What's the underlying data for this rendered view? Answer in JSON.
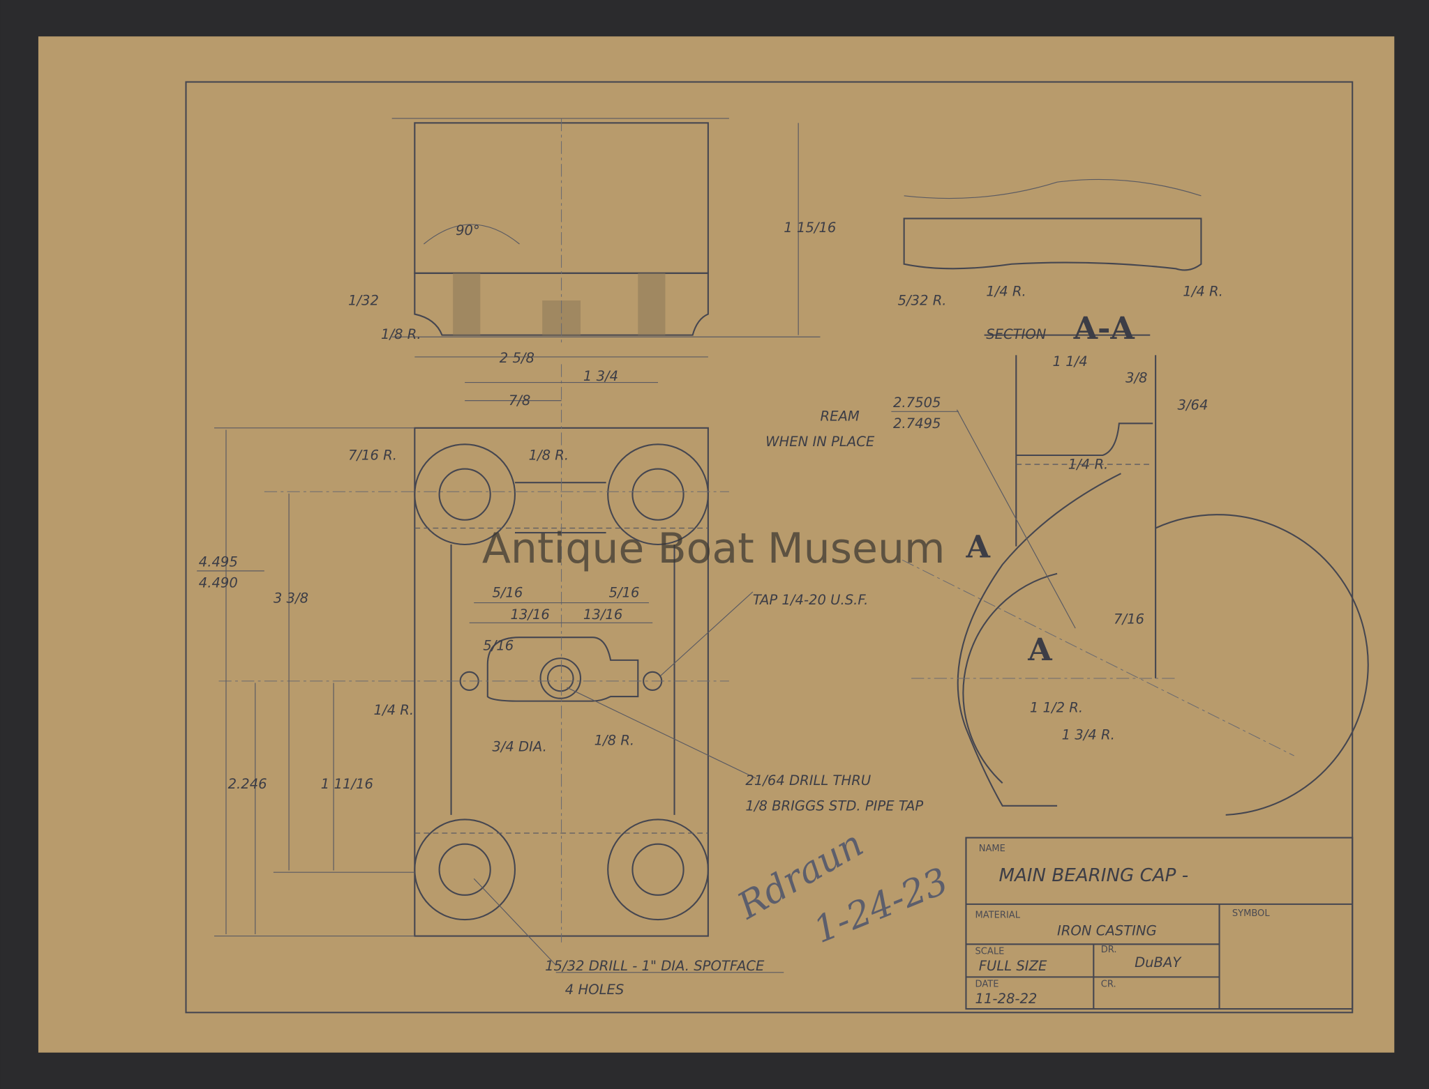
{
  "watermark": "Antique Boat Museum",
  "signature": {
    "name": "Rdraun",
    "date": "1-24-23"
  },
  "top_view": {
    "angle": "90°",
    "dim_1_32": "1/32",
    "fillet_1_8": "1/8 R.",
    "height": "1 15/16",
    "width": "2 5/8"
  },
  "plan_view": {
    "dim_1_3_4": "1 3/4",
    "dim_7_8": "7/8",
    "r_7_16": "7/16 R.",
    "r_1_8_top": "1/8 R.",
    "limit_upper": "4.495",
    "limit_lower": "4.490",
    "dim_3_3_8": "3 3/8",
    "dim_5_16_left": "5/16",
    "dim_5_16_right": "5/16",
    "dim_13_16_left": "13/16",
    "dim_13_16_right": "13/16",
    "dim_5_16_small": "5/16",
    "tap_note": "TAP 1/4-20 U.S.F.",
    "r_1_4": "1/4 R.",
    "dia_3_4": "3/4 DIA.",
    "r_1_8_low": "1/8 R.",
    "dim_2_246": "2.246",
    "dim_1_11_16": "1 11/16",
    "drill_note_1": "21/64 DRILL THRU",
    "drill_note_2": "1/8 BRIGGS STD. PIPE TAP",
    "spotface_note": "15/32 DRILL - 1\" DIA. SPOTFACE",
    "holes_note": "4 HOLES"
  },
  "section_view": {
    "title": "SECTION",
    "title_letters": "A-A",
    "r_5_32": "5/32 R.",
    "r_1_4_a": "1/4 R.",
    "r_1_4_b": "1/4 R.",
    "dim_1_1_4": "1 1/4",
    "dim_3_8": "3/8",
    "dim_3_64": "3/64",
    "ream": "REAM",
    "ream_upper": "2.7505",
    "ream_lower": "2.7495",
    "ream_note": "WHEN IN PLACE",
    "r_1_4_c": "1/4 R.",
    "cut_a1": "A",
    "cut_a2": "A",
    "dim_7_16": "7/16",
    "r_1_1_2": "1 1/2 R.",
    "r_1_3_4": "1 3/4 R."
  },
  "title_block": {
    "name_label": "NAME",
    "name": "MAIN BEARING CAP -",
    "material_label": "MATERIAL",
    "material": "IRON CASTING",
    "symbol_label": "SYMBOL",
    "scale_label": "SCALE",
    "scale": "FULL SIZE",
    "dr_label": "DR.",
    "dr": "DuBAY",
    "date_label": "DATE",
    "date": "11-28-22",
    "cr_label": "CR."
  }
}
